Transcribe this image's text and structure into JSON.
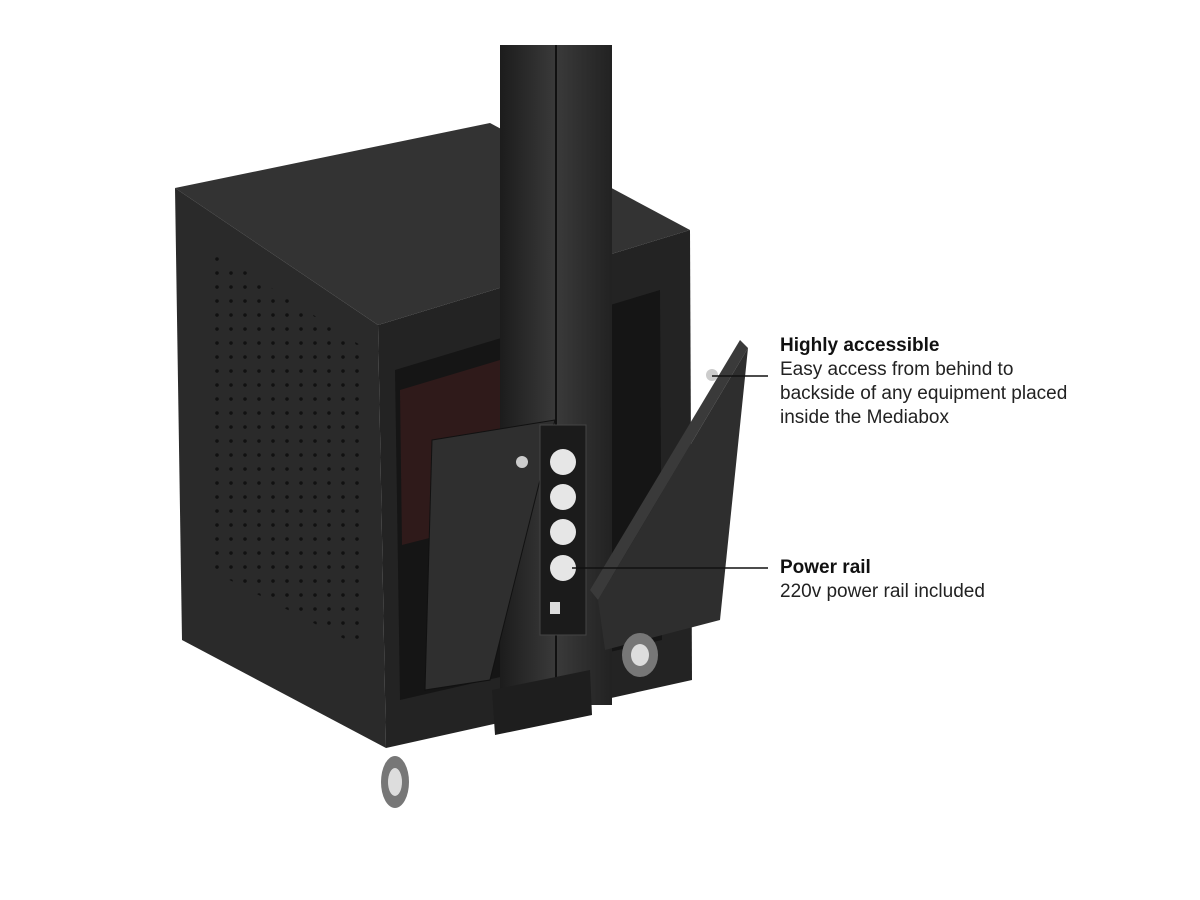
{
  "callouts": [
    {
      "title": "Highly accessible",
      "text": "Easy access from behind to backside of any equipment placed inside the Mediabox"
    },
    {
      "title": "Power rail",
      "text": "220v power rail included"
    }
  ],
  "colors": {
    "cabinet": "#2b2b2b",
    "cabinet_dark": "#1a1a1a",
    "text": "#111111",
    "background": "#ffffff"
  }
}
